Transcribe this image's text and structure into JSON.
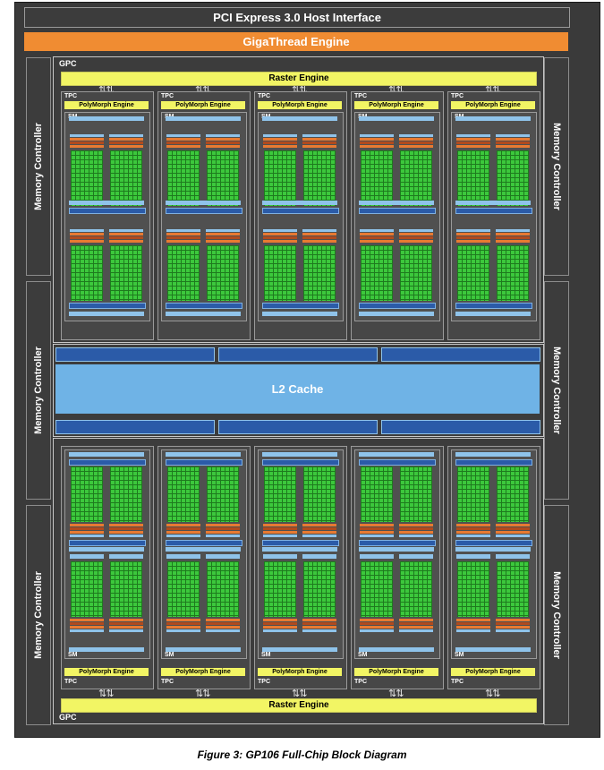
{
  "header": {
    "host_interface": "PCI Express 3.0 Host Interface",
    "giga_thread": "GigaThread Engine"
  },
  "memory_controller_label": "Memory Controller",
  "l2_cache_label": "L2 Cache",
  "gpc_label": "GPC",
  "raster_engine_label": "Raster Engine",
  "tpc_label": "TPC",
  "polymorph_label": "PolyMorph Engine",
  "sm_label": "SM",
  "tpc_count_per_gpc": 5,
  "caption": "Figure 3: GP106 Full-Chip Block Diagram",
  "colors": {
    "giga_thread": "#f08c32",
    "raster": "#f2f564",
    "l2_cache": "#6fb3e6",
    "cuda_core": "#3cc83c",
    "dispatch_orange": "#e87a32",
    "l1_blue": "#8fc3ea"
  }
}
